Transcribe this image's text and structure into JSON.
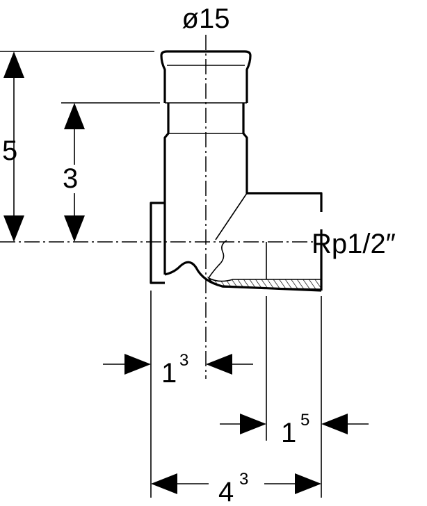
{
  "labels": {
    "diameter": "ø15",
    "thread": "Rp1/2″",
    "height_total": "5",
    "height_outlet": "3",
    "width_wall_base": "1",
    "width_wall_exp": "3",
    "width_thread_base": "1",
    "width_thread_exp": "5",
    "width_total_base": "4",
    "width_total_exp": "3"
  }
}
